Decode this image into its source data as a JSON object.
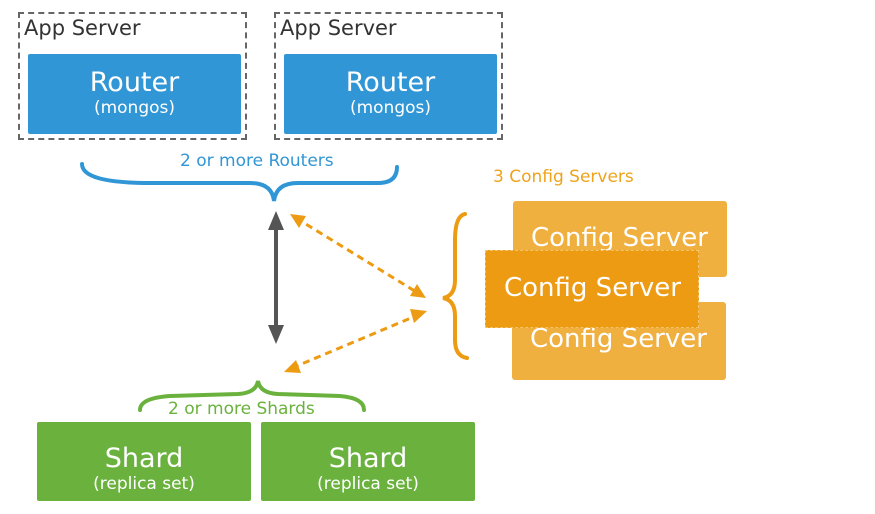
{
  "app_servers": [
    {
      "label": "App Server",
      "router": {
        "title": "Router",
        "subtitle": "(mongos)"
      }
    },
    {
      "label": "App Server",
      "router": {
        "title": "Router",
        "subtitle": "(mongos)"
      }
    }
  ],
  "routers_label": "2 or more Routers",
  "config_label": "3 Config Servers",
  "config_servers": [
    "Config Server",
    "Config Server",
    "Config Server"
  ],
  "shards_label": "2 or more Shards",
  "shards": [
    {
      "title": "Shard",
      "subtitle": "(replica set)"
    },
    {
      "title": "Shard",
      "subtitle": "(replica set)"
    }
  ],
  "colors": {
    "router": "#3196d6",
    "config": "#ec9b12",
    "config_back": "#f0b040",
    "shard": "#6ab23d",
    "arrow_gray": "#555555"
  }
}
